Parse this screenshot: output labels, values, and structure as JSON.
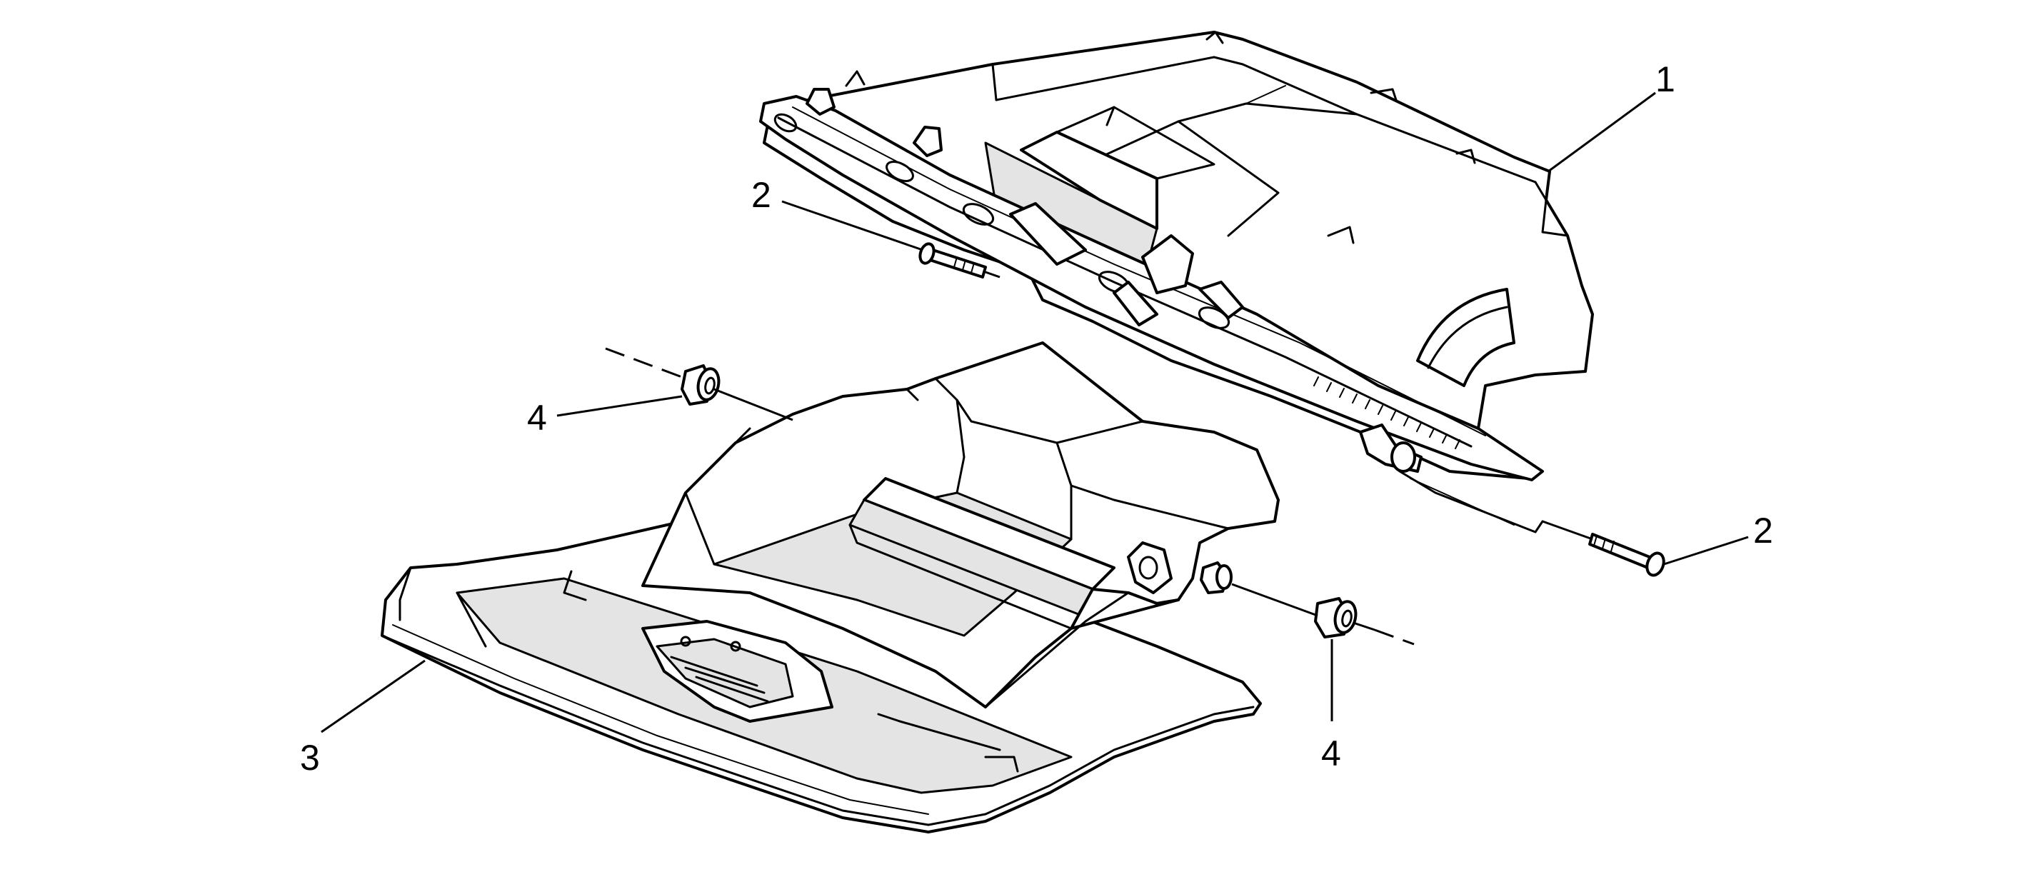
{
  "callouts": [
    {
      "id": "glove-box-housing",
      "label": "1"
    },
    {
      "id": "pivot-pin-upper-left",
      "label": "2"
    },
    {
      "id": "pivot-pin-right",
      "label": "2"
    },
    {
      "id": "glove-box-door",
      "label": "3"
    },
    {
      "id": "bushing-left",
      "label": "4"
    },
    {
      "id": "bushing-right",
      "label": "4"
    }
  ],
  "colors": {
    "line": "#000000",
    "background": "#ffffff",
    "shade": "#e4e4e4"
  }
}
